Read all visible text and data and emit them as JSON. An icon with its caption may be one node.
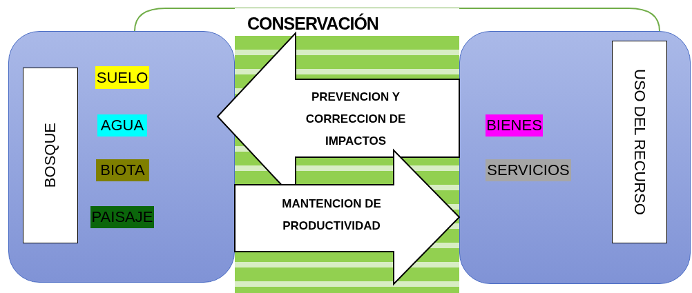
{
  "diagram": {
    "nodes": [
      {
        "text": [
          "CONSERVACIÓN"
        ]
      },
      {
        "text": [],
        "shape": "box"
      },
      {
        "text": [
          "BOSQUE"
        ],
        "in": 1
      },
      {
        "text": [
          "SUELO"
        ],
        "in": 1
      },
      {
        "text": [
          "AGUA"
        ],
        "in": 1
      },
      {
        "text": [
          "BIOTA"
        ],
        "in": 1
      },
      {
        "text": [
          "PAISAJE"
        ],
        "in": 1
      },
      {
        "text": [],
        "shape": "box"
      },
      {
        "text": [
          "USO DEL RECURSO"
        ],
        "in": 7
      },
      {
        "text": [
          "BIENES"
        ],
        "in": 7
      },
      {
        "text": [
          "SERVICIOS"
        ],
        "in": 7
      }
    ],
    "edges": [
      {
        "from": 7,
        "to": 1,
        "arrow": "to",
        "label": "PREVENCION Y CORRECCION DE IMPACTOS"
      },
      {
        "from": 1,
        "to": 7,
        "arrow": "to",
        "label": "MANTENCION DE PRODUCTIVIDAD"
      }
    ]
  }
}
